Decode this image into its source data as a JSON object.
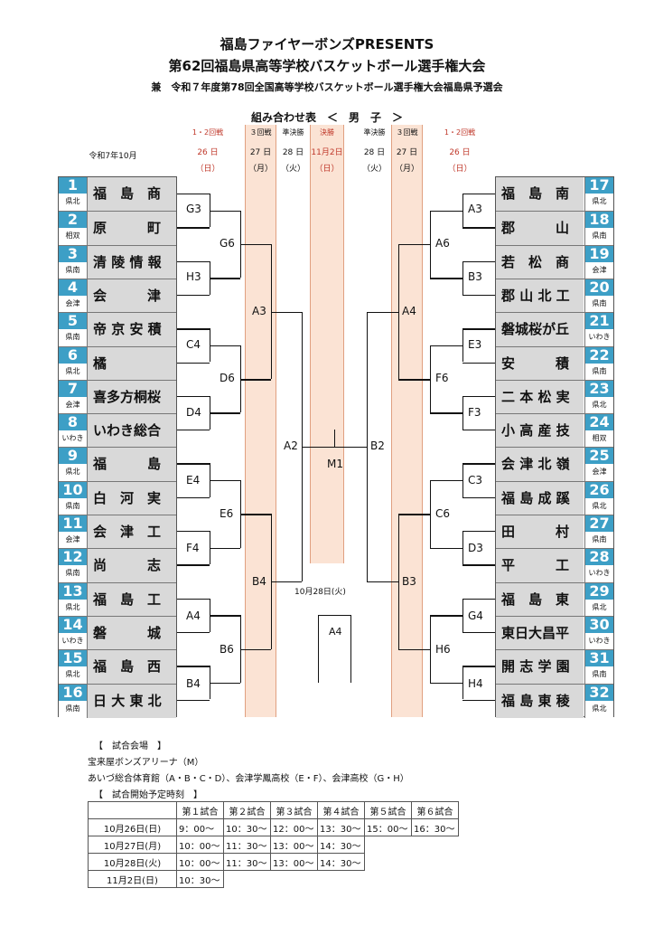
{
  "titles": {
    "line1": "福島ファイヤーボンズPRESENTS",
    "line2": "第62回福島県高等学校バスケットボール選手権大会",
    "line3": "兼　令和７年度第78回全国高等学校バスケットボール選手権大会福島県予選会",
    "bracket": "組み合わせ表　＜　男　子　＞"
  },
  "era": "令和7年10月",
  "headers": {
    "r12_left": [
      "1・2回戦",
      "26 日",
      "（日）"
    ],
    "r3_left": [
      "３回戦",
      "27 日",
      "（月）"
    ],
    "semi_left": [
      "準決勝",
      "28 日",
      "（火）"
    ],
    "final": [
      "決勝",
      "11月2日",
      "（日）"
    ],
    "semi_right": [
      "準決勝",
      "28 日",
      "（火）"
    ],
    "r3_right": [
      "３回戦",
      "27 日",
      "（月）"
    ],
    "r12_right": [
      "1・2回戦",
      "26 日",
      "（日）"
    ]
  },
  "teams_left": [
    {
      "num": "1",
      "region": "県北",
      "name": "福　島　商"
    },
    {
      "num": "2",
      "region": "相双",
      "name": "原　　　町"
    },
    {
      "num": "3",
      "region": "県南",
      "name": "清 陵 情 報"
    },
    {
      "num": "4",
      "region": "会津",
      "name": "会　　　津"
    },
    {
      "num": "5",
      "region": "県南",
      "name": "帝 京 安 積"
    },
    {
      "num": "6",
      "region": "県北",
      "name": "橘"
    },
    {
      "num": "7",
      "region": "会津",
      "name": "喜多方桐桜"
    },
    {
      "num": "8",
      "region": "いわき",
      "name": "いわき総合"
    },
    {
      "num": "9",
      "region": "県北",
      "name": "福　　　島"
    },
    {
      "num": "10",
      "region": "県南",
      "name": "白　河　実"
    },
    {
      "num": "11",
      "region": "会津",
      "name": "会　津　工"
    },
    {
      "num": "12",
      "region": "県南",
      "name": "尚　　　志"
    },
    {
      "num": "13",
      "region": "県北",
      "name": "福　島　工"
    },
    {
      "num": "14",
      "region": "いわき",
      "name": "磐　　　城"
    },
    {
      "num": "15",
      "region": "県北",
      "name": "福　島　西"
    },
    {
      "num": "16",
      "region": "県南",
      "name": "日 大 東 北"
    }
  ],
  "teams_right": [
    {
      "num": "17",
      "region": "県北",
      "name": "福　島　南"
    },
    {
      "num": "18",
      "region": "県南",
      "name": "郡　　　山"
    },
    {
      "num": "19",
      "region": "会津",
      "name": "若　松　商"
    },
    {
      "num": "20",
      "region": "県南",
      "name": "郡 山 北 工"
    },
    {
      "num": "21",
      "region": "いわき",
      "name": "磐城桜が丘"
    },
    {
      "num": "22",
      "region": "県南",
      "name": "安　　　積"
    },
    {
      "num": "23",
      "region": "県北",
      "name": "二 本 松 実"
    },
    {
      "num": "24",
      "region": "相双",
      "name": "小 高 産 技"
    },
    {
      "num": "25",
      "region": "会津",
      "name": "会 津 北 嶺"
    },
    {
      "num": "26",
      "region": "県北",
      "name": "福 島 成 蹊"
    },
    {
      "num": "27",
      "region": "県南",
      "name": "田　　　村"
    },
    {
      "num": "28",
      "region": "いわき",
      "name": "平　　　工"
    },
    {
      "num": "29",
      "region": "県北",
      "name": "福　島　東"
    },
    {
      "num": "30",
      "region": "いわき",
      "name": "東日大昌平"
    },
    {
      "num": "31",
      "region": "県南",
      "name": "開 志 学 園"
    },
    {
      "num": "32",
      "region": "県北",
      "name": "福 島 東 稜"
    }
  ],
  "matches": {
    "G3": "G3",
    "H3": "H3",
    "G6": "G6",
    "C4": "C4",
    "D4": "D4",
    "D6": "D6",
    "A3": "A3",
    "E4": "E4",
    "F4": "F4",
    "E6": "E6",
    "A4L": "A4",
    "B4R": "B4",
    "B6": "B6",
    "B4": "B4",
    "A2": "A2",
    "M1": "M1",
    "B2": "B2",
    "A3R": "A3",
    "B3R": "B3",
    "A6": "A6",
    "A4": "A4",
    "E3": "E3",
    "F3": "F3",
    "F6": "F6",
    "C3": "C3",
    "D3": "D3",
    "C6": "C6",
    "B3": "B3",
    "G4": "G4",
    "H4": "H4",
    "H6": "H6",
    "third": "A4"
  },
  "third_place_date": "10月28日(火)",
  "venue": {
    "heading": "【　試合会場　】",
    "line1": "宝来屋ボンズアリーナ（M）",
    "line2": "あいづ総合体育館（A・B・C・D）、会津学鳳高校（E・F）、会津高校（G・H）"
  },
  "schedule": {
    "heading": "【　試合開始予定時刻　】",
    "columns": [
      "第１試合",
      "第２試合",
      "第３試合",
      "第４試合",
      "第５試合",
      "第６試合"
    ],
    "rows": [
      {
        "date": "10月26日(日)",
        "times": [
          "9：00～",
          "10：30～",
          "12：00～",
          "13：30～",
          "15：00～",
          "16：30～"
        ]
      },
      {
        "date": "10月27日(月)",
        "times": [
          "10：00～",
          "11：30～",
          "13：00～",
          "14：30～"
        ]
      },
      {
        "date": "10月28日(火)",
        "times": [
          "10：00～",
          "11：30～",
          "13：00～",
          "14：30～"
        ]
      },
      {
        "date": "11月2日(日)",
        "times": [
          "10：30～"
        ]
      }
    ]
  },
  "colors": {
    "number_bg": "#3d9fc6",
    "name_bg": "#d9d9d9",
    "column_bg": "#fbe3d4",
    "red": "#c0392b"
  }
}
